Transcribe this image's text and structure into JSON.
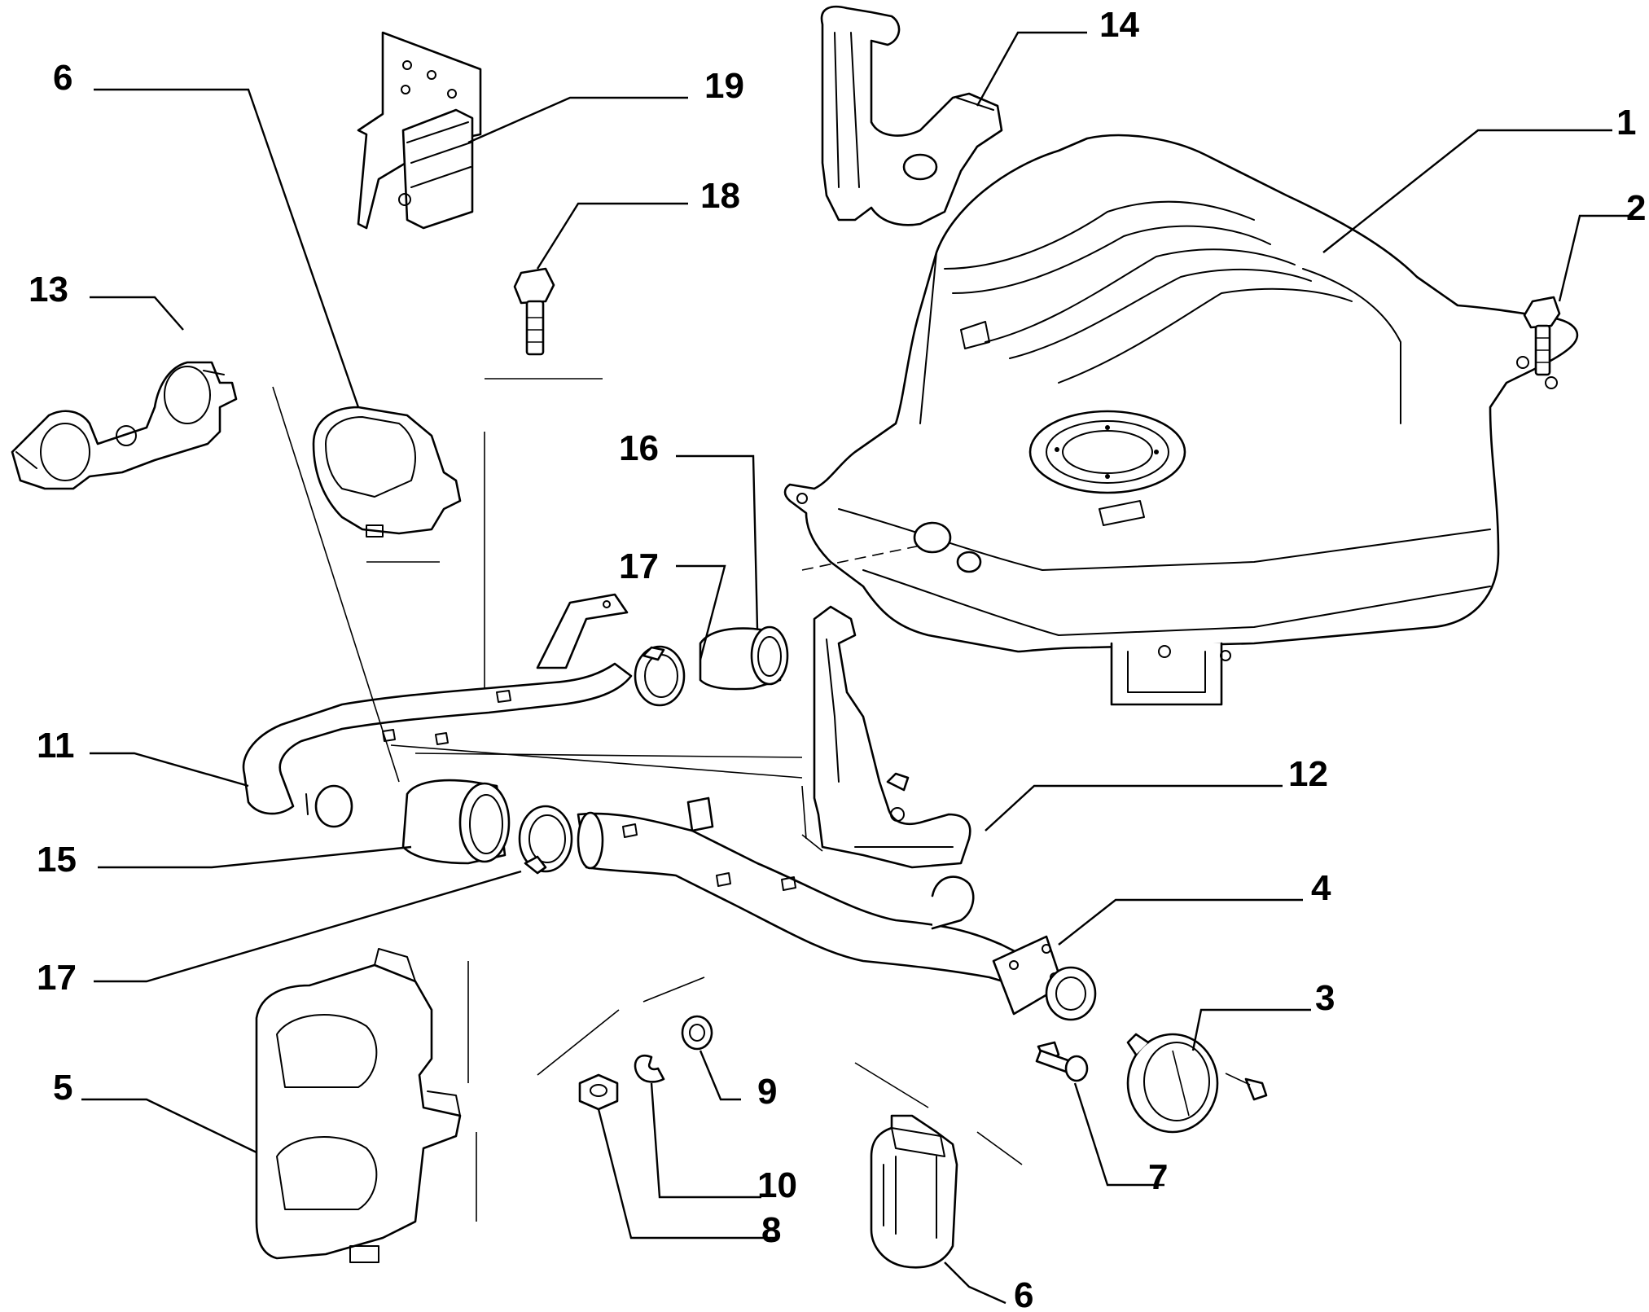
{
  "diagram": {
    "labels": {
      "l1": "1",
      "l2": "2",
      "l3": "3",
      "l4": "4",
      "l5": "5",
      "l6a": "6",
      "l6b": "6",
      "l7": "7",
      "l8": "8",
      "l9": "9",
      "l10": "10",
      "l11": "11",
      "l12": "12",
      "l13": "13",
      "l14": "14",
      "l15": "15",
      "l16": "16",
      "l17a": "17",
      "l17b": "17",
      "l18": "18",
      "l19": "19"
    },
    "colors": {
      "line": "#000000",
      "background": "#ffffff"
    }
  }
}
